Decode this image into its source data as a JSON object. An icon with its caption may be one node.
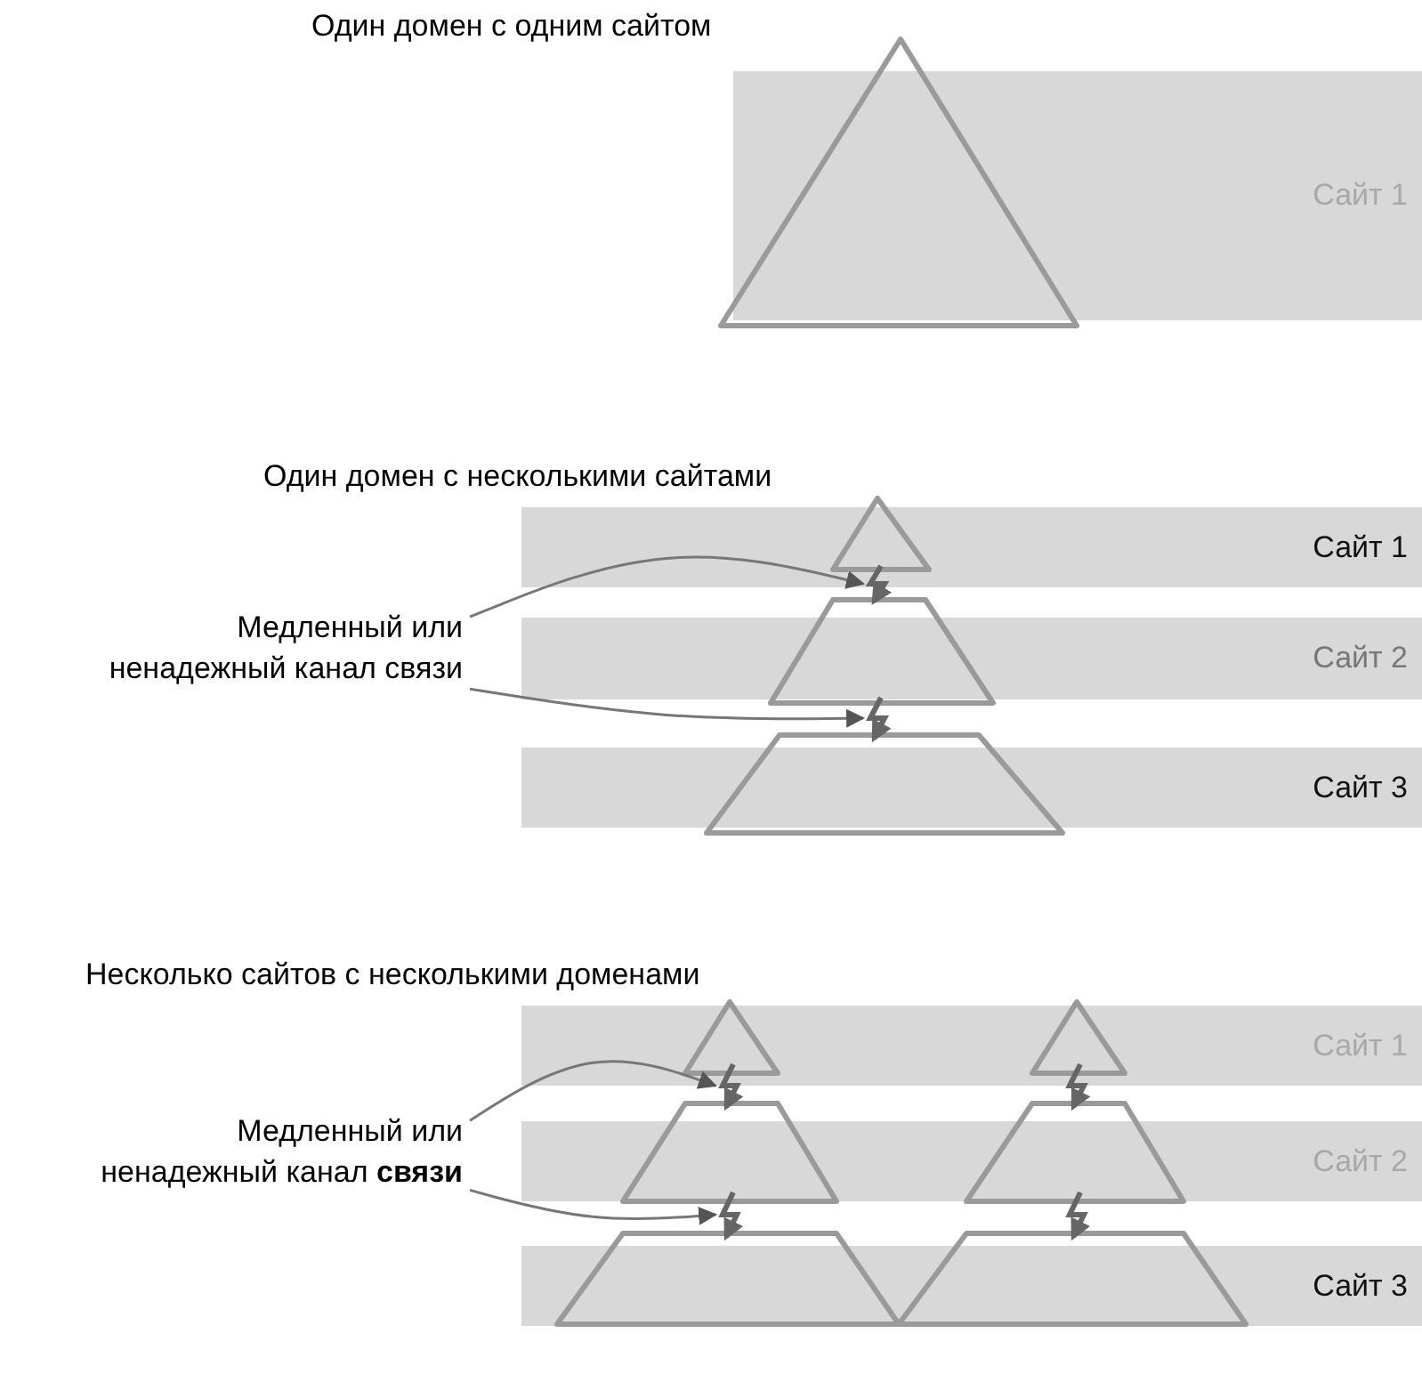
{
  "diagram": {
    "nodes": [
      {
        "text": [
          "Сайт 1"
        ]
      },
      {
        "text": [
          "Сайт 1"
        ]
      },
      {
        "text": [
          "Сайт 2"
        ]
      },
      {
        "text": [
          "Сайт 3"
        ]
      },
      {
        "text": [
          "Медленный или ненадежный канал связи"
        ]
      },
      {
        "text": [
          "Сайт 1"
        ]
      },
      {
        "text": [
          "Сайт 2"
        ]
      },
      {
        "text": [
          "Сайт 3"
        ]
      },
      {
        "text": [
          "Медленный или ненадежный канал **связи**"
        ]
      },
      {
        "text": [],
        "shape": "lightning"
      },
      {
        "text": [],
        "shape": "lightning"
      },
      {
        "text": [],
        "shape": "lightning"
      },
      {
        "text": [],
        "shape": "lightning"
      },
      {
        "text": [],
        "shape": "lightning"
      },
      {
        "text": [],
        "shape": "lightning"
      }
    ],
    "edges": [
      {
        "from": 4,
        "to": 9,
        "arrow": "to"
      },
      {
        "from": 4,
        "to": 10,
        "arrow": "to"
      },
      {
        "from": 8,
        "to": 11,
        "arrow": "to"
      },
      {
        "from": 8,
        "to": 12,
        "arrow": "to"
      }
    ],
    "labels": [
      "Один домен с одним сайтом",
      "Один домен с несколькими сайтами",
      "Несколько сайтов с несколькими доменами"
    ]
  }
}
